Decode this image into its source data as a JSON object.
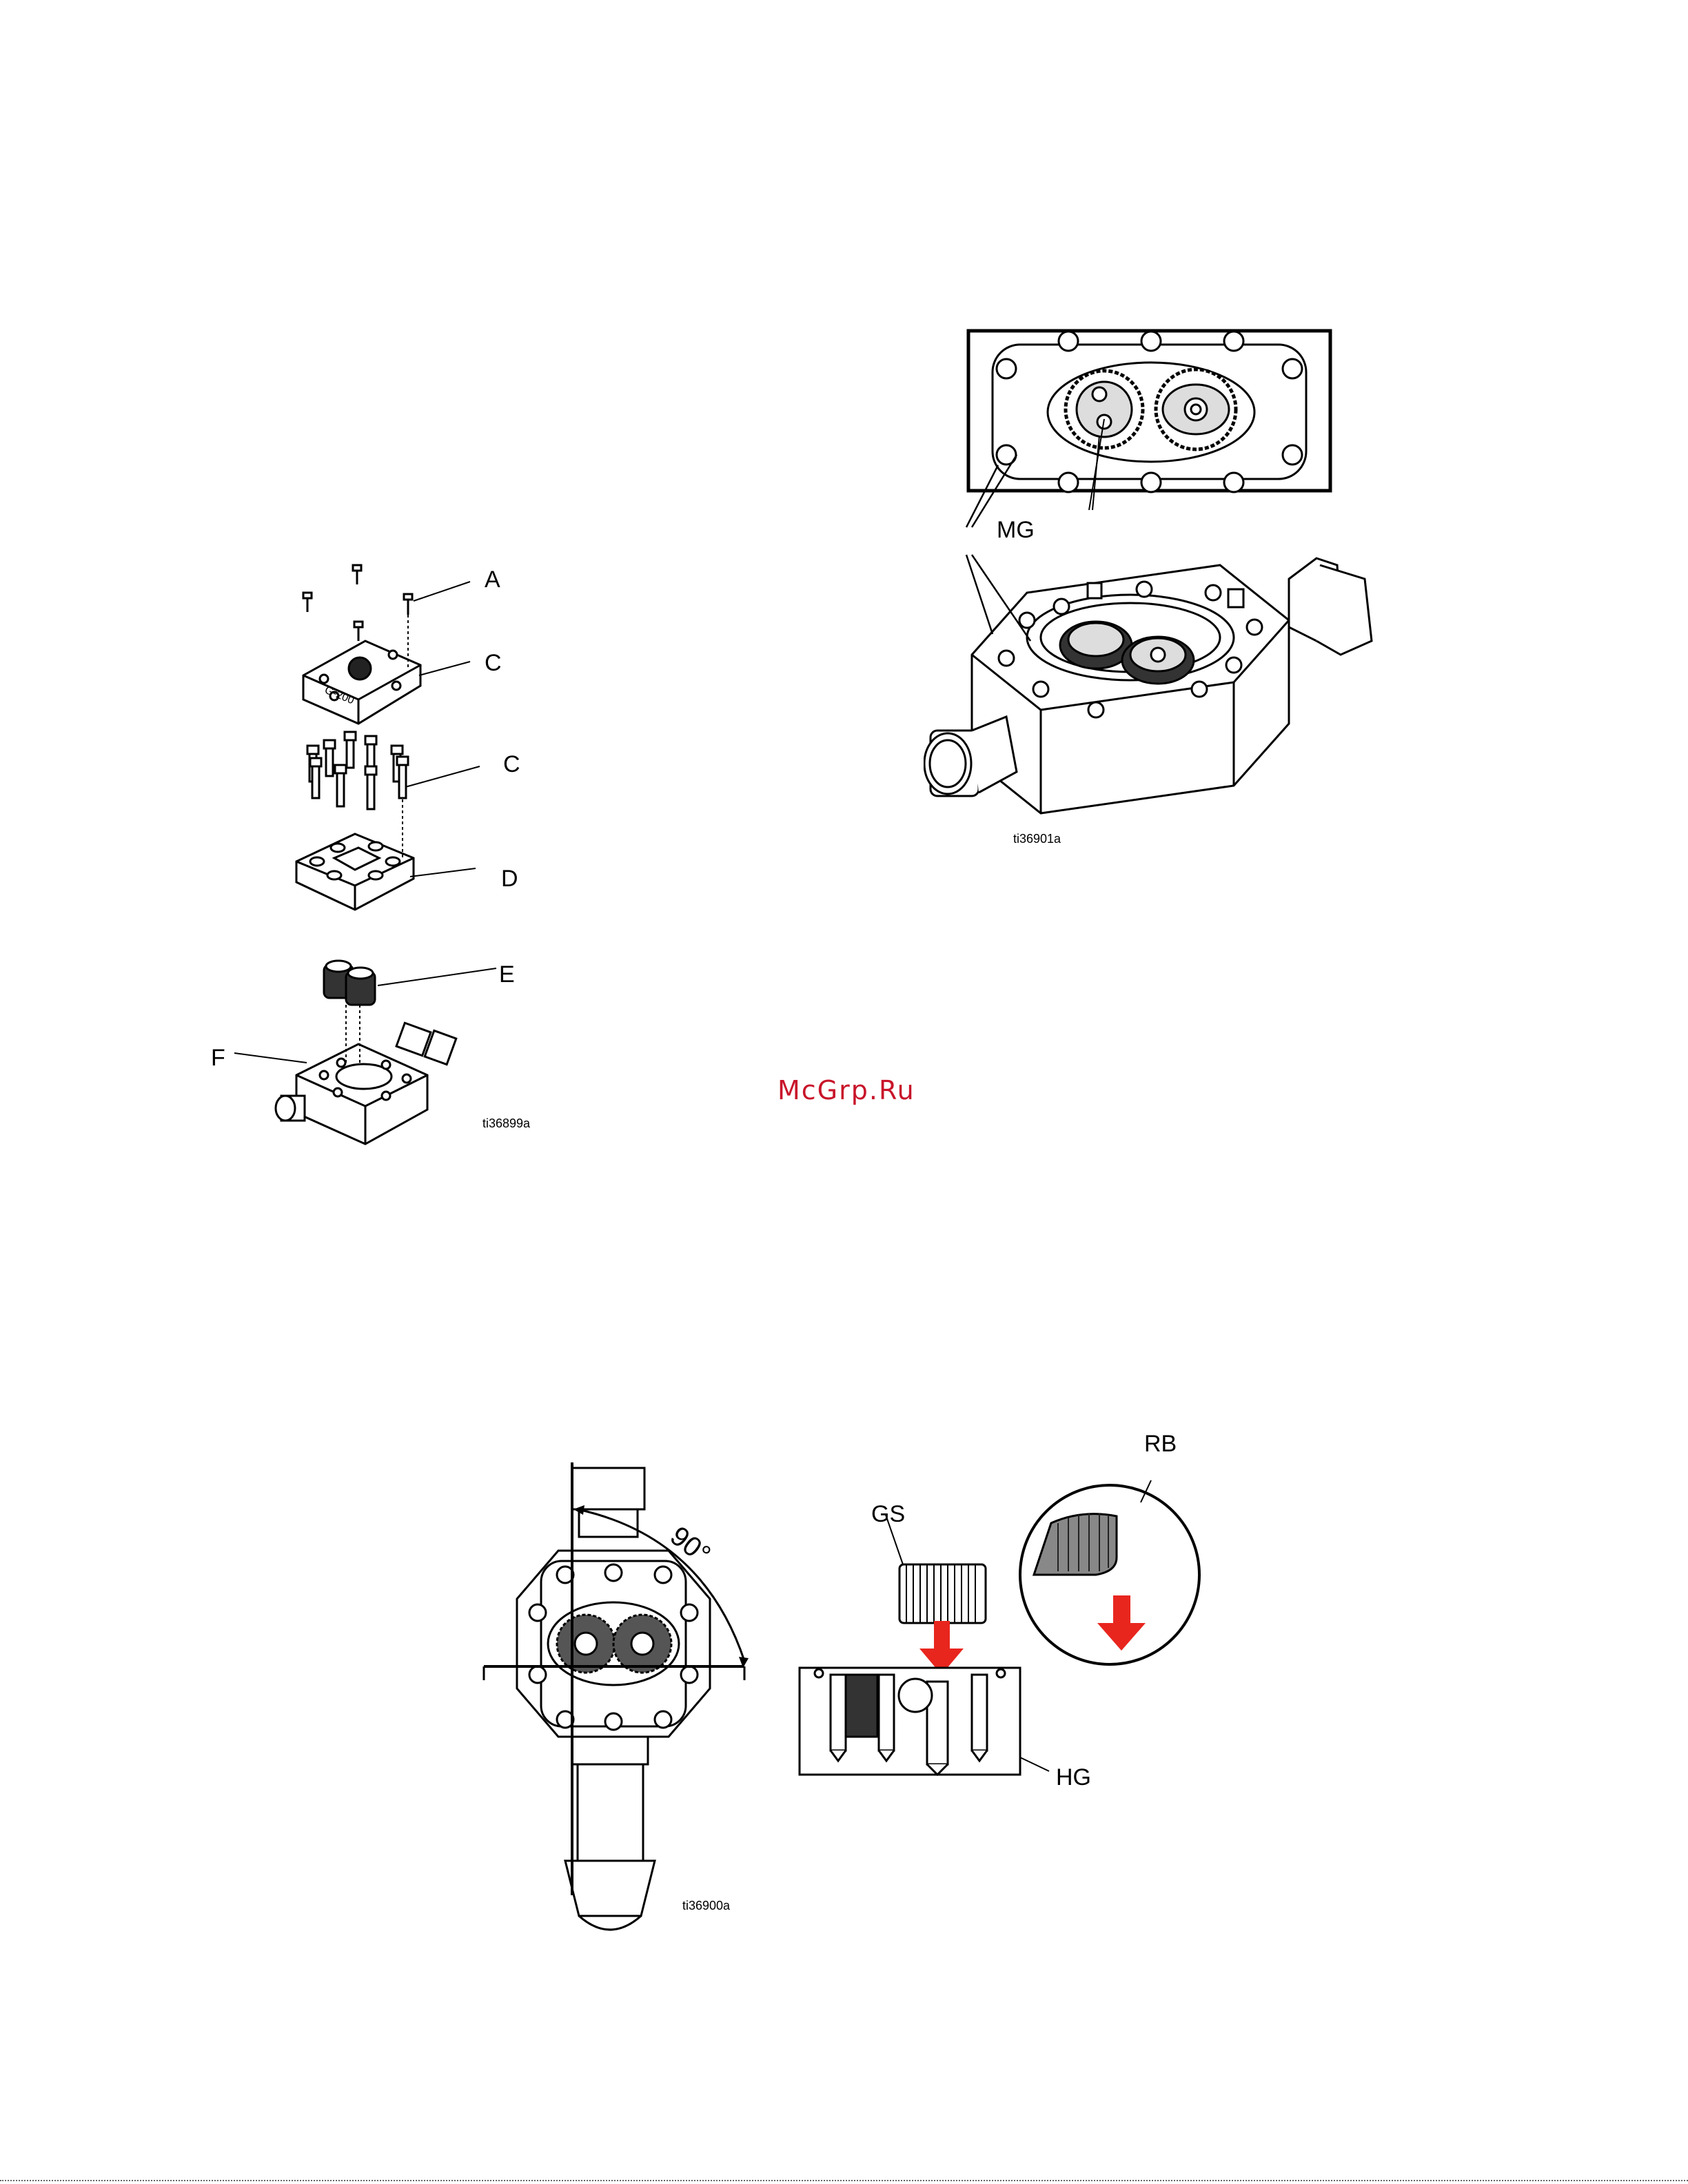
{
  "watermark": {
    "text": "McGrp.Ru",
    "color": "#c8152a"
  },
  "colors": {
    "line": "#000000",
    "arrow_red": "#e8261e",
    "fill_gray": "#d9d9d9",
    "paper": "#ffffff"
  },
  "figure_exploded": {
    "labels": {
      "a": "A",
      "c1": "C",
      "c2": "C",
      "d": "D",
      "e": "E",
      "f": "F"
    },
    "id": "ti36899a"
  },
  "figure_gears_installed": {
    "label": "MG",
    "id": "ti36901a"
  },
  "figure_gear_orientation": {
    "angle": "90°",
    "id": "ti36900a"
  },
  "figure_gear_seating": {
    "labels": {
      "gs": "GS",
      "rb": "RB",
      "hg": "HG"
    }
  }
}
